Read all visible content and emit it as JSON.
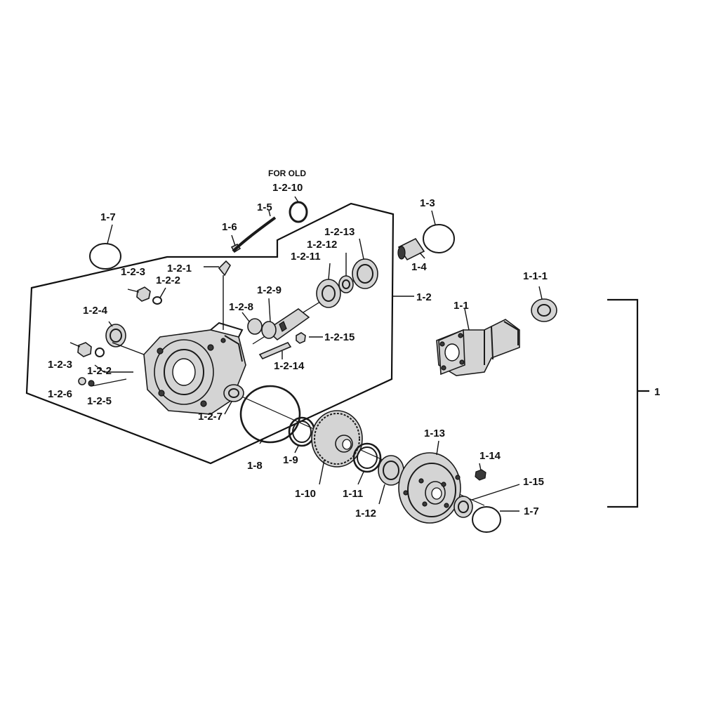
{
  "note": "FOR OLD",
  "labels": {
    "l1": "1",
    "l1_1": "1-1",
    "l1_1_1": "1-1-1",
    "l1_2": "1-2",
    "l1_2_1": "1-2-1",
    "l1_2_2a": "1-2-2",
    "l1_2_2b": "1-2-2",
    "l1_2_3a": "1-2-3",
    "l1_2_3b": "1-2-3",
    "l1_2_4": "1-2-4",
    "l1_2_5": "1-2-5",
    "l1_2_6": "1-2-6",
    "l1_2_7": "1-2-7",
    "l1_2_8": "1-2-8",
    "l1_2_9": "1-2-9",
    "l1_2_10": "1-2-10",
    "l1_2_11": "1-2-11",
    "l1_2_12": "1-2-12",
    "l1_2_13": "1-2-13",
    "l1_2_14": "1-2-14",
    "l1_2_15": "1-2-15",
    "l1_3": "1-3",
    "l1_4": "1-4",
    "l1_5": "1-5",
    "l1_6": "1-6",
    "l1_7a": "1-7",
    "l1_7b": "1-7",
    "l1_8": "1-8",
    "l1_9": "1-9",
    "l1_10": "1-10",
    "l1_11": "1-11",
    "l1_12": "1-12",
    "l1_13": "1-13",
    "l1_14": "1-14",
    "l1_15": "1-15"
  }
}
